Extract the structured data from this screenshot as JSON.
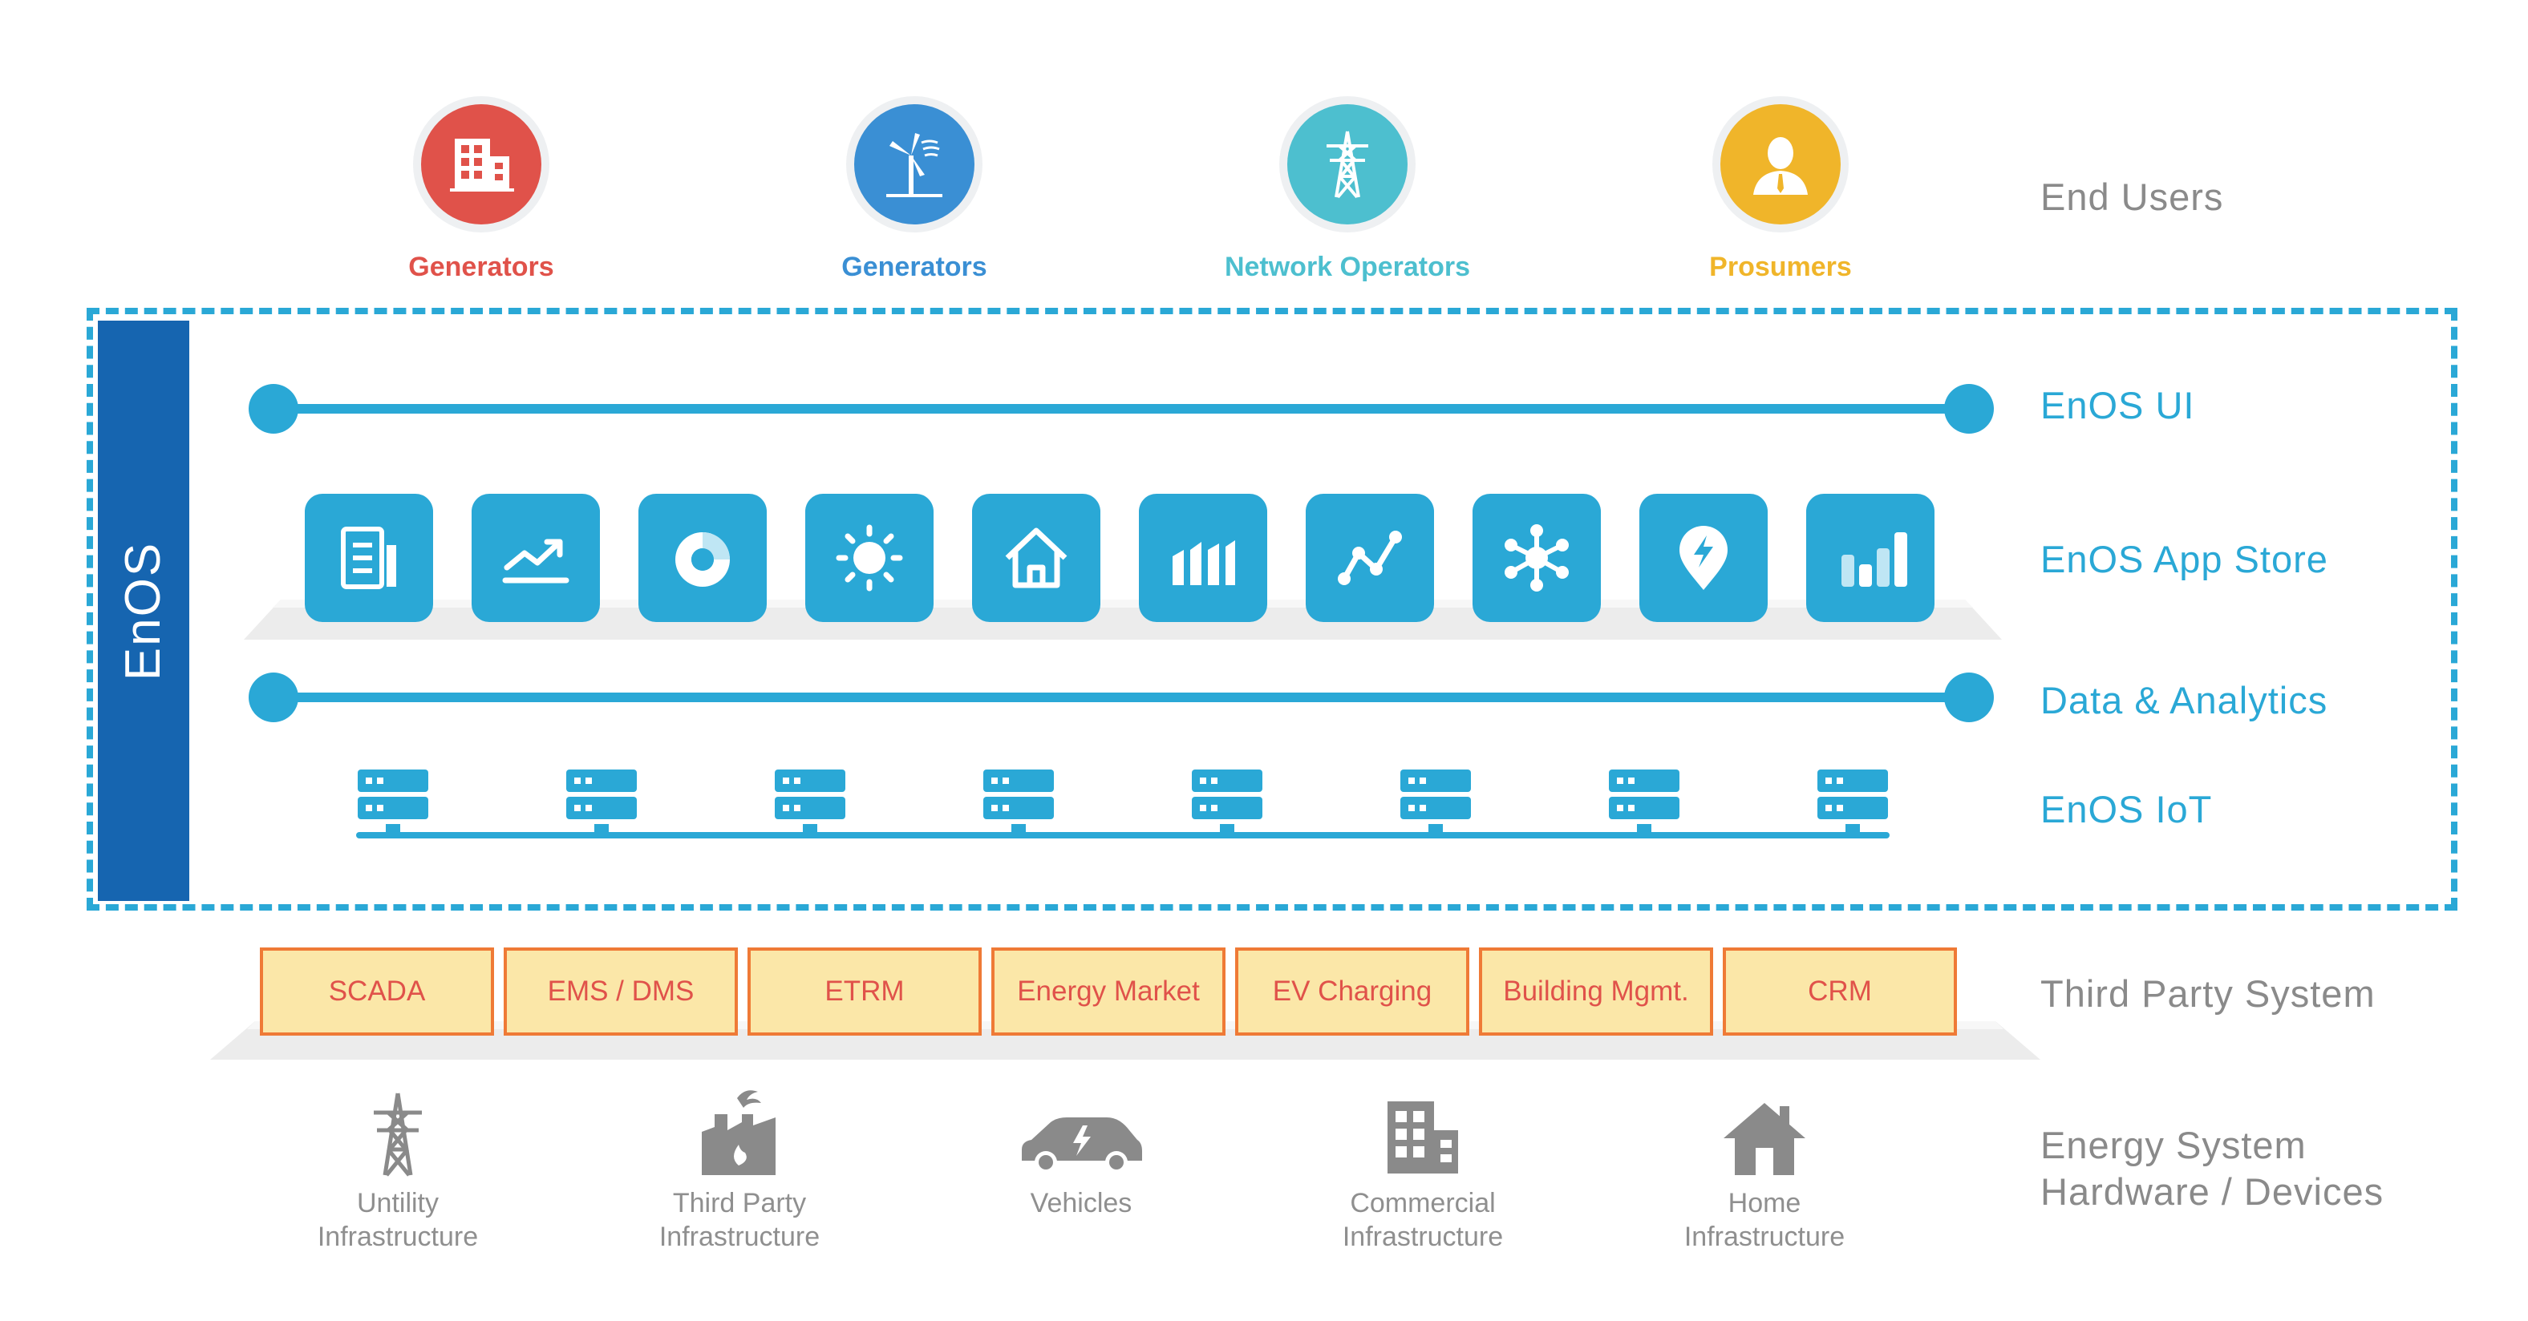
{
  "end_users": {
    "label": "End Users",
    "items": [
      {
        "label": "Generators",
        "color": "#e0524a",
        "icon": "building-icon"
      },
      {
        "label": "Generators",
        "color": "#3a8fd4",
        "icon": "wind-turbine-icon"
      },
      {
        "label": "Network Operators",
        "color": "#4dbfcf",
        "icon": "power-tower-icon"
      },
      {
        "label": "Prosumers",
        "color": "#f0b52a",
        "icon": "person-icon"
      }
    ]
  },
  "enos": {
    "title": "EnOS",
    "ui_label": "EnOS UI",
    "app_store_label": "EnOS App Store",
    "analytics_label": "Data & Analytics",
    "iot_label": "EnOS IoT",
    "apps": [
      "report-icon",
      "trend-icon",
      "donut-chart-icon",
      "sun-icon",
      "house-icon",
      "factory-chart-icon",
      "line-chart-icon",
      "network-icon",
      "location-bolt-icon",
      "bar-chart-icon"
    ]
  },
  "third_party": {
    "label": "Third Party System",
    "systems": [
      "SCADA",
      "EMS / DMS",
      "ETRM",
      "Energy Market",
      "EV Charging",
      "Building Mgmt.",
      "CRM"
    ]
  },
  "devices": {
    "label_line1": "Energy System",
    "label_line2": "Hardware / Devices",
    "items": [
      {
        "line1": "Untility",
        "line2": "Infrastructure",
        "icon": "power-tower-icon"
      },
      {
        "line1": "Third Party",
        "line2": "Infrastructure",
        "icon": "factory-icon"
      },
      {
        "line1": "Vehicles",
        "line2": "",
        "icon": "car-icon"
      },
      {
        "line1": "Commercial",
        "line2": "Infrastructure",
        "icon": "office-building-icon"
      },
      {
        "line1": "Home",
        "line2": "Infrastructure",
        "icon": "home-icon"
      }
    ]
  }
}
